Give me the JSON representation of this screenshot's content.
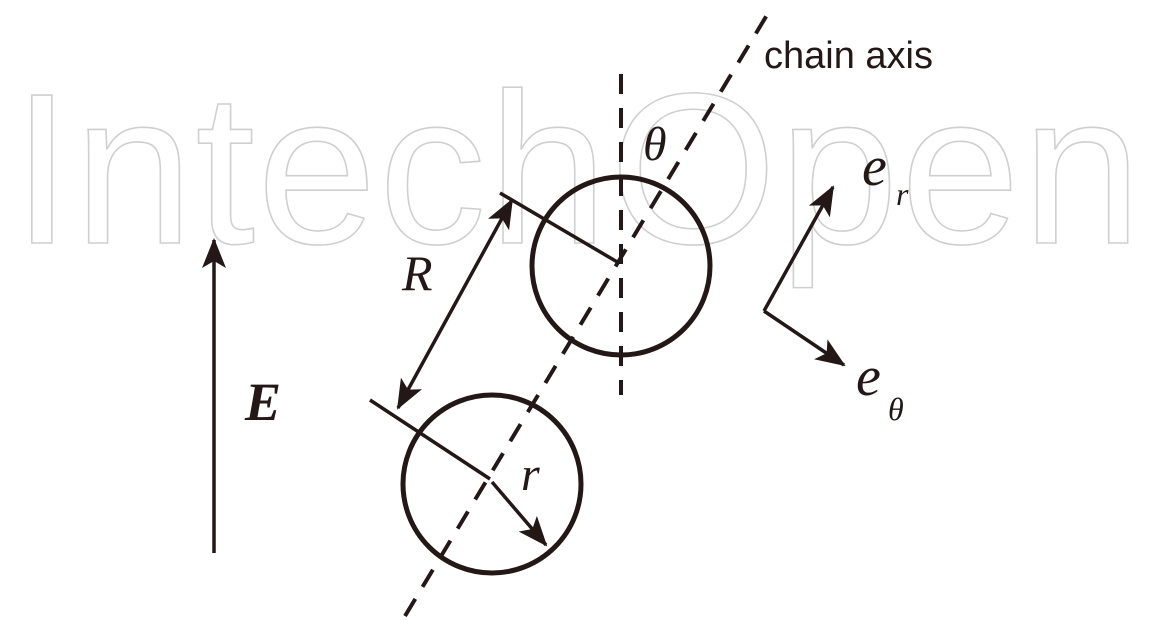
{
  "watermark": {
    "text": "IntechOpen"
  },
  "labels": {
    "chain_axis": "chain axis",
    "theta": "θ",
    "R": "R",
    "r": "r",
    "E": "E",
    "e": "e",
    "e_r_sub": "r",
    "e_theta_sub": "θ"
  },
  "colors": {
    "ink": "#231815",
    "watermark_outline": "#cfcfcf"
  }
}
